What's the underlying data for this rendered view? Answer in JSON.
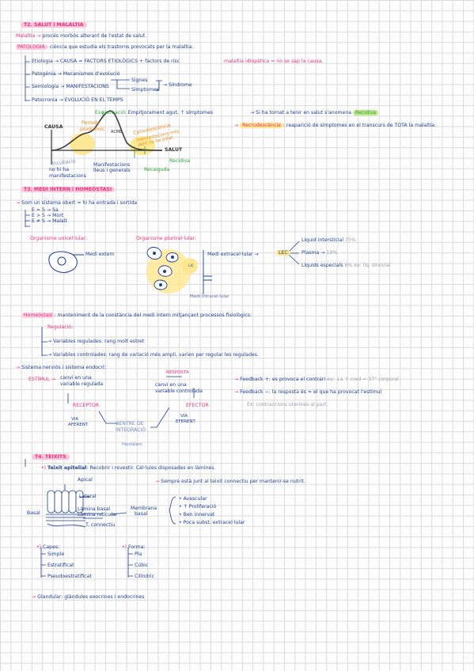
{
  "t2": {
    "title": "T2. SALUT i MALALTIA",
    "malaltia_key": "Malaltia",
    "malaltia_def": "procés morbós alterant de l'estat de salut.",
    "patologia_key": "PATOLOGIA",
    "patologia_def": ": ciència que estudia els trastorns provocats per la malaltia.",
    "etiologia": "Etiologia",
    "etiologia_def": "CAUSA = FACTORS ETIOLÒGICS + factors de risc",
    "etiologia_note": "malaltia idiopàtica = no se sap la causa.",
    "patogenia": "Patogènia",
    "patogenia_def": "Mecanismes d'evolució",
    "semiologia": "Semiologia",
    "semiologia_def": "MANIFESTACIONS",
    "signes": "Signes",
    "simptomes": "Símptomes",
    "sindrome": "Síndrome",
    "patocronia": "Patocronia",
    "patocronia_def": "EVOLUCIÓ EN EL TEMPS",
    "exacerbacio": "Exacerbació",
    "exacerbacio_def": ": Empitjorament agut, ↑ símptomes",
    "recidiva_text": "Si ha tornat a tenir en salut s'anomena",
    "recidiva_word": "Recidiva",
    "recrudescencia": "Recrudescència",
    "recrudescencia_def": ": reaparició de símptomes en el transcurs de TOTA la malaltia.",
    "curve": {
      "causa": "CAUSA",
      "periode": "Període",
      "prodromic": "prodròmic",
      "acme": "ACME",
      "convalescencia": "Convalescència",
      "convalescencia2": "manifestacions més",
      "convalescencia3": "però no ha estat",
      "salut": "SALUT",
      "incubacio": "Incubació",
      "no_hi_ha": "no hi ha",
      "manifestacions": "manifestacions",
      "manif_lleus1": "Manifestacions",
      "manif_lleus2": "lleus i generals",
      "recaiguda": "Recaiguda",
      "recidiva": "Recidiva"
    }
  },
  "t3": {
    "title": "T3. MEDI INTERN i HOMEÒSTASI",
    "intro": "Som un sistema obert = hi ha entrada i sortida",
    "e1": "E = S → Sa",
    "e2": "E > S → Mort",
    "e3": "E ≠ S → Malalt",
    "unicel": "Organisme unicel·lular:",
    "pluricel": "Organisme pluricel·lular:",
    "medi_extern": "Medi extern",
    "medi_extracel": "Medi extracel·lular",
    "lec": "LEC",
    "li": "LIC",
    "medi_intracel": "Medi intracel·lular",
    "liquid_intersticial": "Líquid intersticial",
    "pct_75": "75%",
    "plasma": "Plasma",
    "pct_19": "19%",
    "liquids_especials": "Líquids especials",
    "pct_6": "6%",
    "ex_sinovial": "ex: líq. sinovial",
    "homeostasi": "Homeòstasi",
    "homeostasi_def": ": manteniment de la constància del medi intern mitjançant processos fisiològics.",
    "regulacio": "Regulació",
    "var_reg": "Variables regulades",
    "var_reg_def": ": rang molt estret",
    "var_ctrl": "Variables controlades",
    "var_ctrl_def": ": rang de variació més ampli, varien per regular les regulades.",
    "sistema": "Sistema nerviós i sistema endocrí",
    "estimul": "ESTÍMUL",
    "canvi1": "canvi en una",
    "var_regulada": "variable regulada",
    "resposta": "RESPOSTA",
    "canvi2": "canvi en una",
    "var_controlada": "variable controlada",
    "receptor": "RECEPTOR",
    "efector": "EFECTOR",
    "via_aferent1": "VIA",
    "via_aferent2": "AFERENT",
    "via_eferent1": "VIA",
    "via_eferent2": "EFERENT",
    "centre1": "CENTRE DE",
    "centre2": "INTEGRACIÓ",
    "hipotalem": "Hipotàlem",
    "fb_pos": "Feedback +",
    "fb_pos_def": ": es provoca el contrari",
    "fb_pos_ex": "ex: ↓a ↑ cred = 37° corporal",
    "fb_neg": "Feedback −",
    "fb_neg_def": ": la resposta és = el que ha provocat l'estímul",
    "fb_neg_ex": "Ex: contraccions uterines al part."
  },
  "t4": {
    "title": "T4. TEIXITS",
    "epitelial_key": "Teixit epitelial",
    "epitelial_def": ": Recobrir i revestir. Cèl·lules disposades en làmines.",
    "apical": "Apical",
    "sempre": "Sempre està junt al teixit connectiu per mantenir-se nutrit.",
    "lateral": "Lateral",
    "basal": "Basal",
    "lamina_basal": "Làmina basal",
    "lamina_reticular": "Làmina reticular",
    "membrana": "Membrana",
    "membrana2": "basal",
    "t_connectiu": "T. connectiu",
    "avascular": "Avascular",
    "proliferacio": "↑ Proliferació",
    "innervat": "Ben innervat",
    "poca_subst": "Poca subst. extracel·lular",
    "capes": "Capes",
    "simple": "Simple",
    "estratificat": "Estratificat",
    "pseudo": "Pseudoestratificat",
    "forma": "Forma",
    "pla": "Pla",
    "cubic": "Cúbic",
    "cilindric": "Cilíndric",
    "glandular_key": "Glandular",
    "glandular_def": ": glàndules exocrines i endocrines"
  }
}
